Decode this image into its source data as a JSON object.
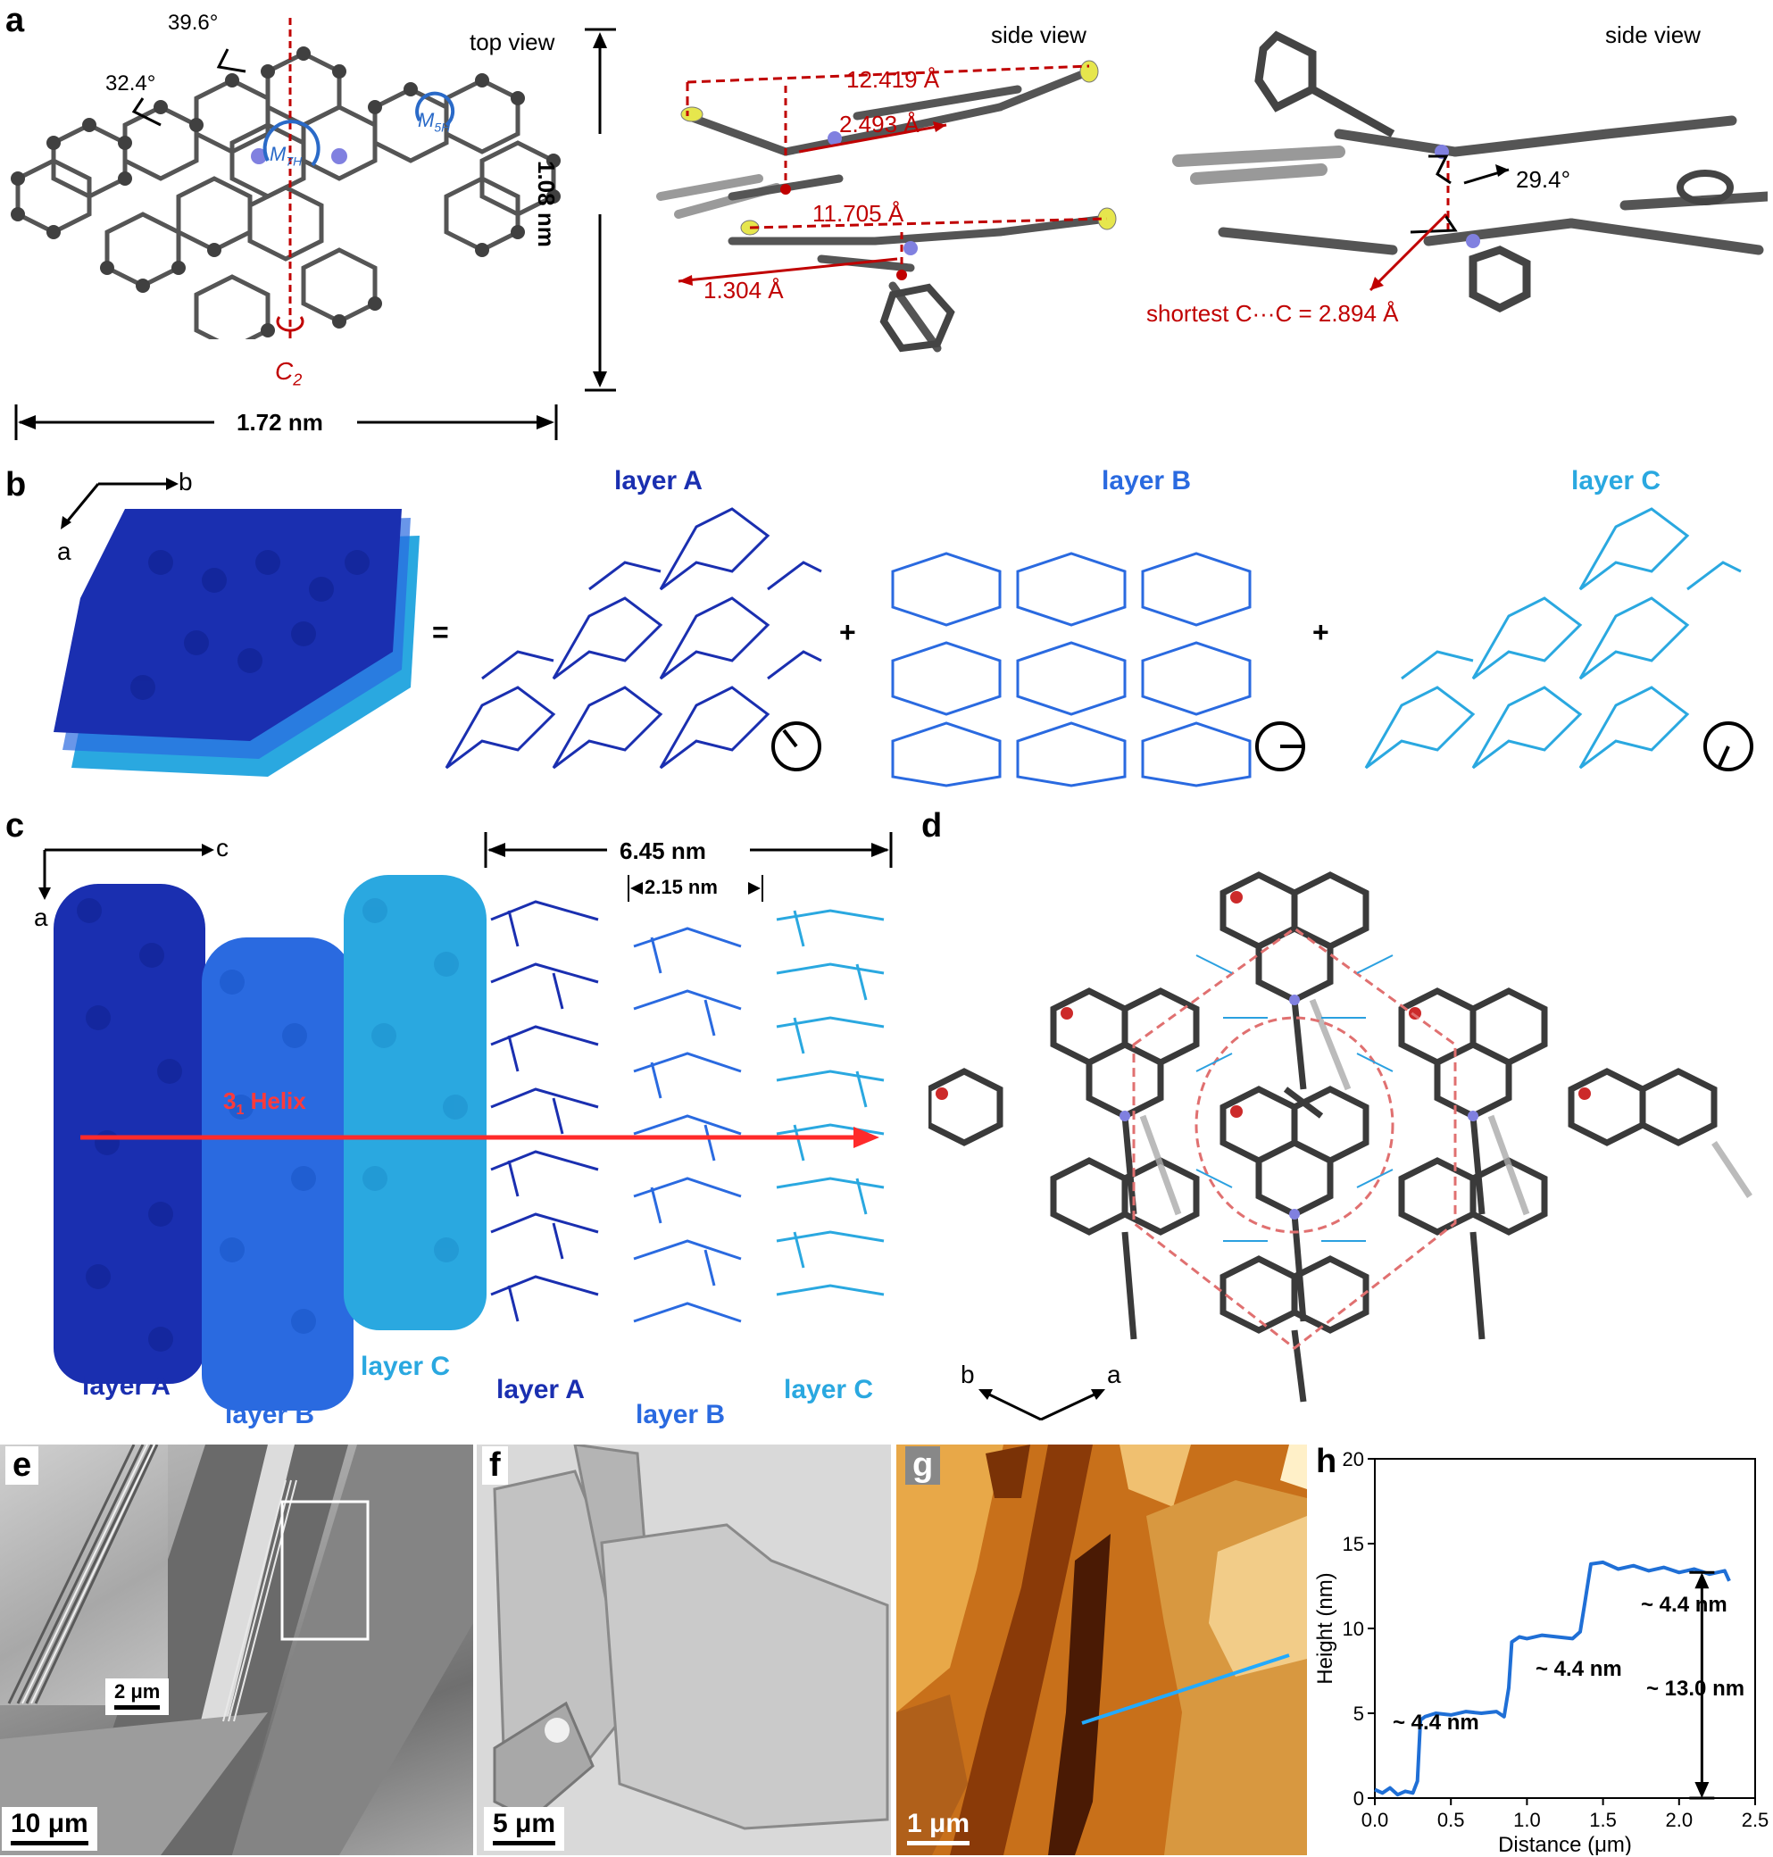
{
  "panels": {
    "a": {
      "label": "a",
      "top_view": "top view",
      "side_view_1": "side view",
      "side_view_2": "side view",
      "angle_1": "39.6°",
      "angle_2": "32.4°",
      "angle_3": "29.4°",
      "dim_height": "1.08 nm",
      "dim_width": "1.72 nm",
      "dist_1": "12.419 Å",
      "dist_2": "2.493 Å",
      "dist_3": "11.705 Å",
      "dist_4": "1.304 Å",
      "shortest_cc": "shortest C···C = 2.894 Å",
      "helix_m7": "M",
      "helix_m7_sub": "7H",
      "helix_m5": "M",
      "helix_m5_sub": "5H",
      "c2": "C",
      "c2_sub": "2"
    },
    "b": {
      "label": "b",
      "axis_b": "b",
      "axis_a": "a",
      "layer_a": "layer A",
      "layer_b": "layer B",
      "layer_c": "layer C",
      "equals": "=",
      "plus_1": "+",
      "plus_2": "+"
    },
    "c": {
      "label": "c",
      "axis_c": "c",
      "axis_a": "a",
      "dim_total": "6.45 nm",
      "dim_layer": "2.15 nm",
      "helix": "3",
      "helix_sub": "1",
      "helix_word": " Helix",
      "layer_a_1": "layer A",
      "layer_b_1": "layer B",
      "layer_c_1": "layer C",
      "layer_a_2": "layer A",
      "layer_b_2": "layer B",
      "layer_c_2": "layer C"
    },
    "d": {
      "label": "d",
      "axis_b": "b",
      "axis_a": "a"
    },
    "e": {
      "label": "e",
      "scale_main": "10 μm",
      "scale_inset": "2 μm"
    },
    "f": {
      "label": "f",
      "scale": "5 μm"
    },
    "g": {
      "label": "g",
      "scale": "1 μm"
    },
    "h": {
      "label": "h",
      "step_1": "~ 4.4 nm",
      "step_2": "~ 4.4 nm",
      "step_3": "~ 4.4 nm",
      "total": "~ 13.0 nm"
    }
  },
  "colors": {
    "layer_a": "#1a2fb0",
    "layer_b": "#2a6ae0",
    "layer_c": "#2aa8e0",
    "annotation_red": "#c00000",
    "helix_blue": "#2a6ac8",
    "profile_line": "#1f6fd6"
  },
  "chart_data": {
    "type": "line",
    "title": "",
    "xlabel": "Distance (μm)",
    "ylabel": "Height (nm)",
    "xlim": [
      0.0,
      2.5
    ],
    "ylim": [
      0,
      20
    ],
    "xticks": [
      "0.0",
      "0.5",
      "1.0",
      "1.5",
      "2.0",
      "2.5"
    ],
    "yticks": [
      "0",
      "5",
      "10",
      "15",
      "20"
    ],
    "series": [
      {
        "name": "",
        "x": [
          0.0,
          0.05,
          0.1,
          0.15,
          0.2,
          0.25,
          0.28,
          0.3,
          0.33,
          0.4,
          0.5,
          0.6,
          0.7,
          0.8,
          0.85,
          0.88,
          0.9,
          0.95,
          1.0,
          1.1,
          1.2,
          1.3,
          1.35,
          1.38,
          1.42,
          1.5,
          1.6,
          1.7,
          1.8,
          1.9,
          2.0,
          2.1,
          2.2,
          2.3,
          2.33
        ],
        "y": [
          0.5,
          0.3,
          0.6,
          0.2,
          0.4,
          0.3,
          1.0,
          4.6,
          4.8,
          5.0,
          4.9,
          5.1,
          5.0,
          5.1,
          4.8,
          6.5,
          9.2,
          9.5,
          9.4,
          9.6,
          9.5,
          9.4,
          9.8,
          11.5,
          13.8,
          13.9,
          13.5,
          13.7,
          13.4,
          13.6,
          13.3,
          13.5,
          13.2,
          13.4,
          12.8
        ]
      }
    ]
  }
}
